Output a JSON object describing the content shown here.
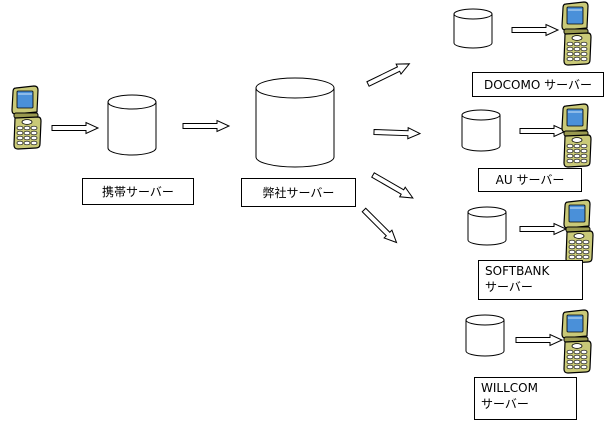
{
  "labels": {
    "mobile_server": "携帯サーバー",
    "company_server": "弊社サーバー",
    "docomo_server": "DOCOMO サーバー",
    "au_server": "AU サーバー",
    "softbank_line1": "SOFTBANK",
    "softbank_line2": "サーバー",
    "willcom_line1": "WILLCOM",
    "willcom_line2": "サーバー"
  },
  "icons": {
    "phone": "flip-phone-icon",
    "server": "cylinder-database-icon",
    "arrow": "block-arrow-icon"
  },
  "colors": {
    "stroke": "#000000",
    "phone_body": "#c9c978",
    "phone_screen": "#4a90d9",
    "phone_keys": "#ffffff",
    "background": "#ffffff"
  }
}
